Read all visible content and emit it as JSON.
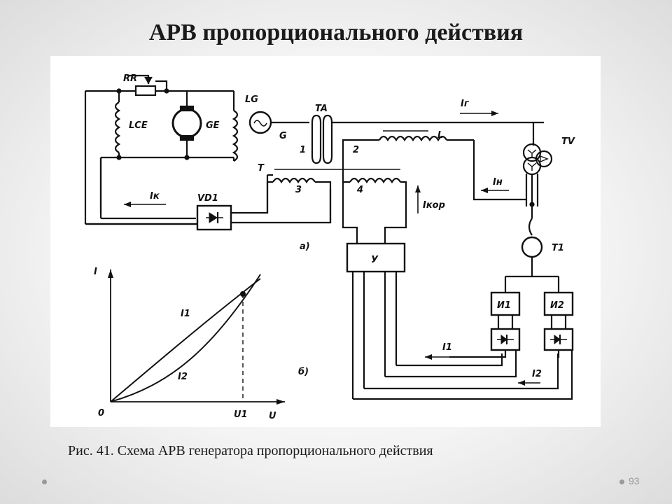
{
  "slide": {
    "title": "АРВ пропорционального действия",
    "caption": "Рис. 41. Схема АРВ генератора пропорционального действия",
    "page_number": "93"
  },
  "diagram": {
    "labels": {
      "rr": "RR",
      "lce": "LCE",
      "ge": "GE",
      "lg": "LG",
      "g": "G",
      "ta": "TA",
      "ig": "Iг",
      "l": "L",
      "tv": "TV",
      "t": "T",
      "w1": "1",
      "w2": "2",
      "w3": "3",
      "w4": "4",
      "ik": "Iк",
      "vd1": "VD1",
      "in": "Iн",
      "ikor": "Iкор",
      "part_a": "а)",
      "part_b": "б)",
      "y": "У",
      "t1": "Т1",
      "i1_block": "И1",
      "i2_block": "И2",
      "i1_curr": "I1",
      "i2_curr": "I2"
    },
    "graph": {
      "y_axis": "I",
      "x_axis": "U",
      "origin": "0",
      "u1": "U1",
      "curve1": "I1",
      "curve2": "I2"
    }
  }
}
